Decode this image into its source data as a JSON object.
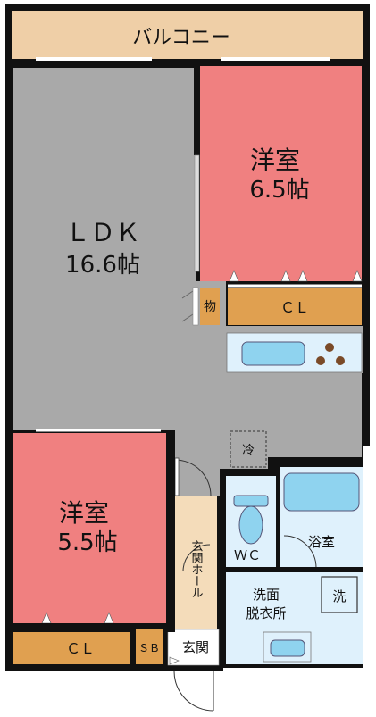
{
  "rooms": {
    "balcony": {
      "label": "バルコニー"
    },
    "ldk": {
      "label": "ＬＤＫ",
      "size": "16.6帖"
    },
    "western_room_1": {
      "label": "洋室",
      "size": "6.5帖"
    },
    "western_room_2": {
      "label": "洋室",
      "size": "5.5帖"
    },
    "closet_1": {
      "label": "ＣＬ"
    },
    "closet_2": {
      "label": "ＣＬ"
    },
    "storage": {
      "label": "物"
    },
    "fridge": {
      "label": "冷"
    },
    "entrance_hall": {
      "label": "玄関ホール"
    },
    "wc": {
      "label": "ＷＣ"
    },
    "bathroom": {
      "label": "浴室"
    },
    "washroom": {
      "label1": "洗面",
      "label2": "脱衣所"
    },
    "washer": {
      "label": "洗"
    },
    "shoe_box": {
      "label": "ＳＢ"
    },
    "entrance": {
      "label": "玄関"
    }
  },
  "colors": {
    "wall": "#111111",
    "ldk_floor": "#a9a9a9",
    "western_room": "#f08080",
    "closet": "#e0a050",
    "balcony": "#efcfa7",
    "hall": "#f4dcba",
    "wet_area": "#dff1fc",
    "fixture": "#8fd3ef"
  }
}
